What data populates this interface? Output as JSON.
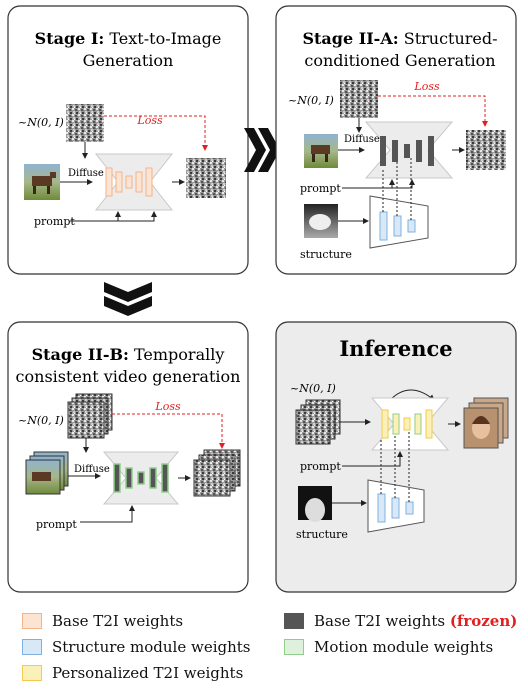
{
  "stage1": {
    "title_bold": "Stage I:",
    "title_rest": "Text-to-Image",
    "title_line2": "Generation"
  },
  "stage2a": {
    "title_bold": "Stage II-A:",
    "title_rest": "Structured-",
    "title_line2": "conditioned Generation"
  },
  "stage2b": {
    "title_bold": "Stage II-B:",
    "title_rest": "Temporally",
    "title_line2": "consistent video generation"
  },
  "inference": {
    "title": "Inference"
  },
  "labels": {
    "noise": "~N(0, I)",
    "loss": "Loss",
    "diffuse": "Diffuse",
    "prompt": "prompt",
    "structure": "structure"
  },
  "legend": {
    "base": "Base T2I weights",
    "structure": "Structure module weights",
    "personalized": "Personalized T2I weights",
    "frozen_prefix": "Base T2I weights ",
    "frozen_tag": "(frozen)",
    "motion": "Motion module weights"
  },
  "colors": {
    "base": "#f5b38a",
    "base_fill": "#fde3d2",
    "structure": "#7fb2e0",
    "structure_fill": "#d8e8f7",
    "personalized": "#f0cc4a",
    "personalized_fill": "#fbf0b8",
    "frozen": "#555555",
    "motion": "#8fcf8a",
    "motion_fill": "#dff1dc",
    "loss": "#e02020"
  }
}
